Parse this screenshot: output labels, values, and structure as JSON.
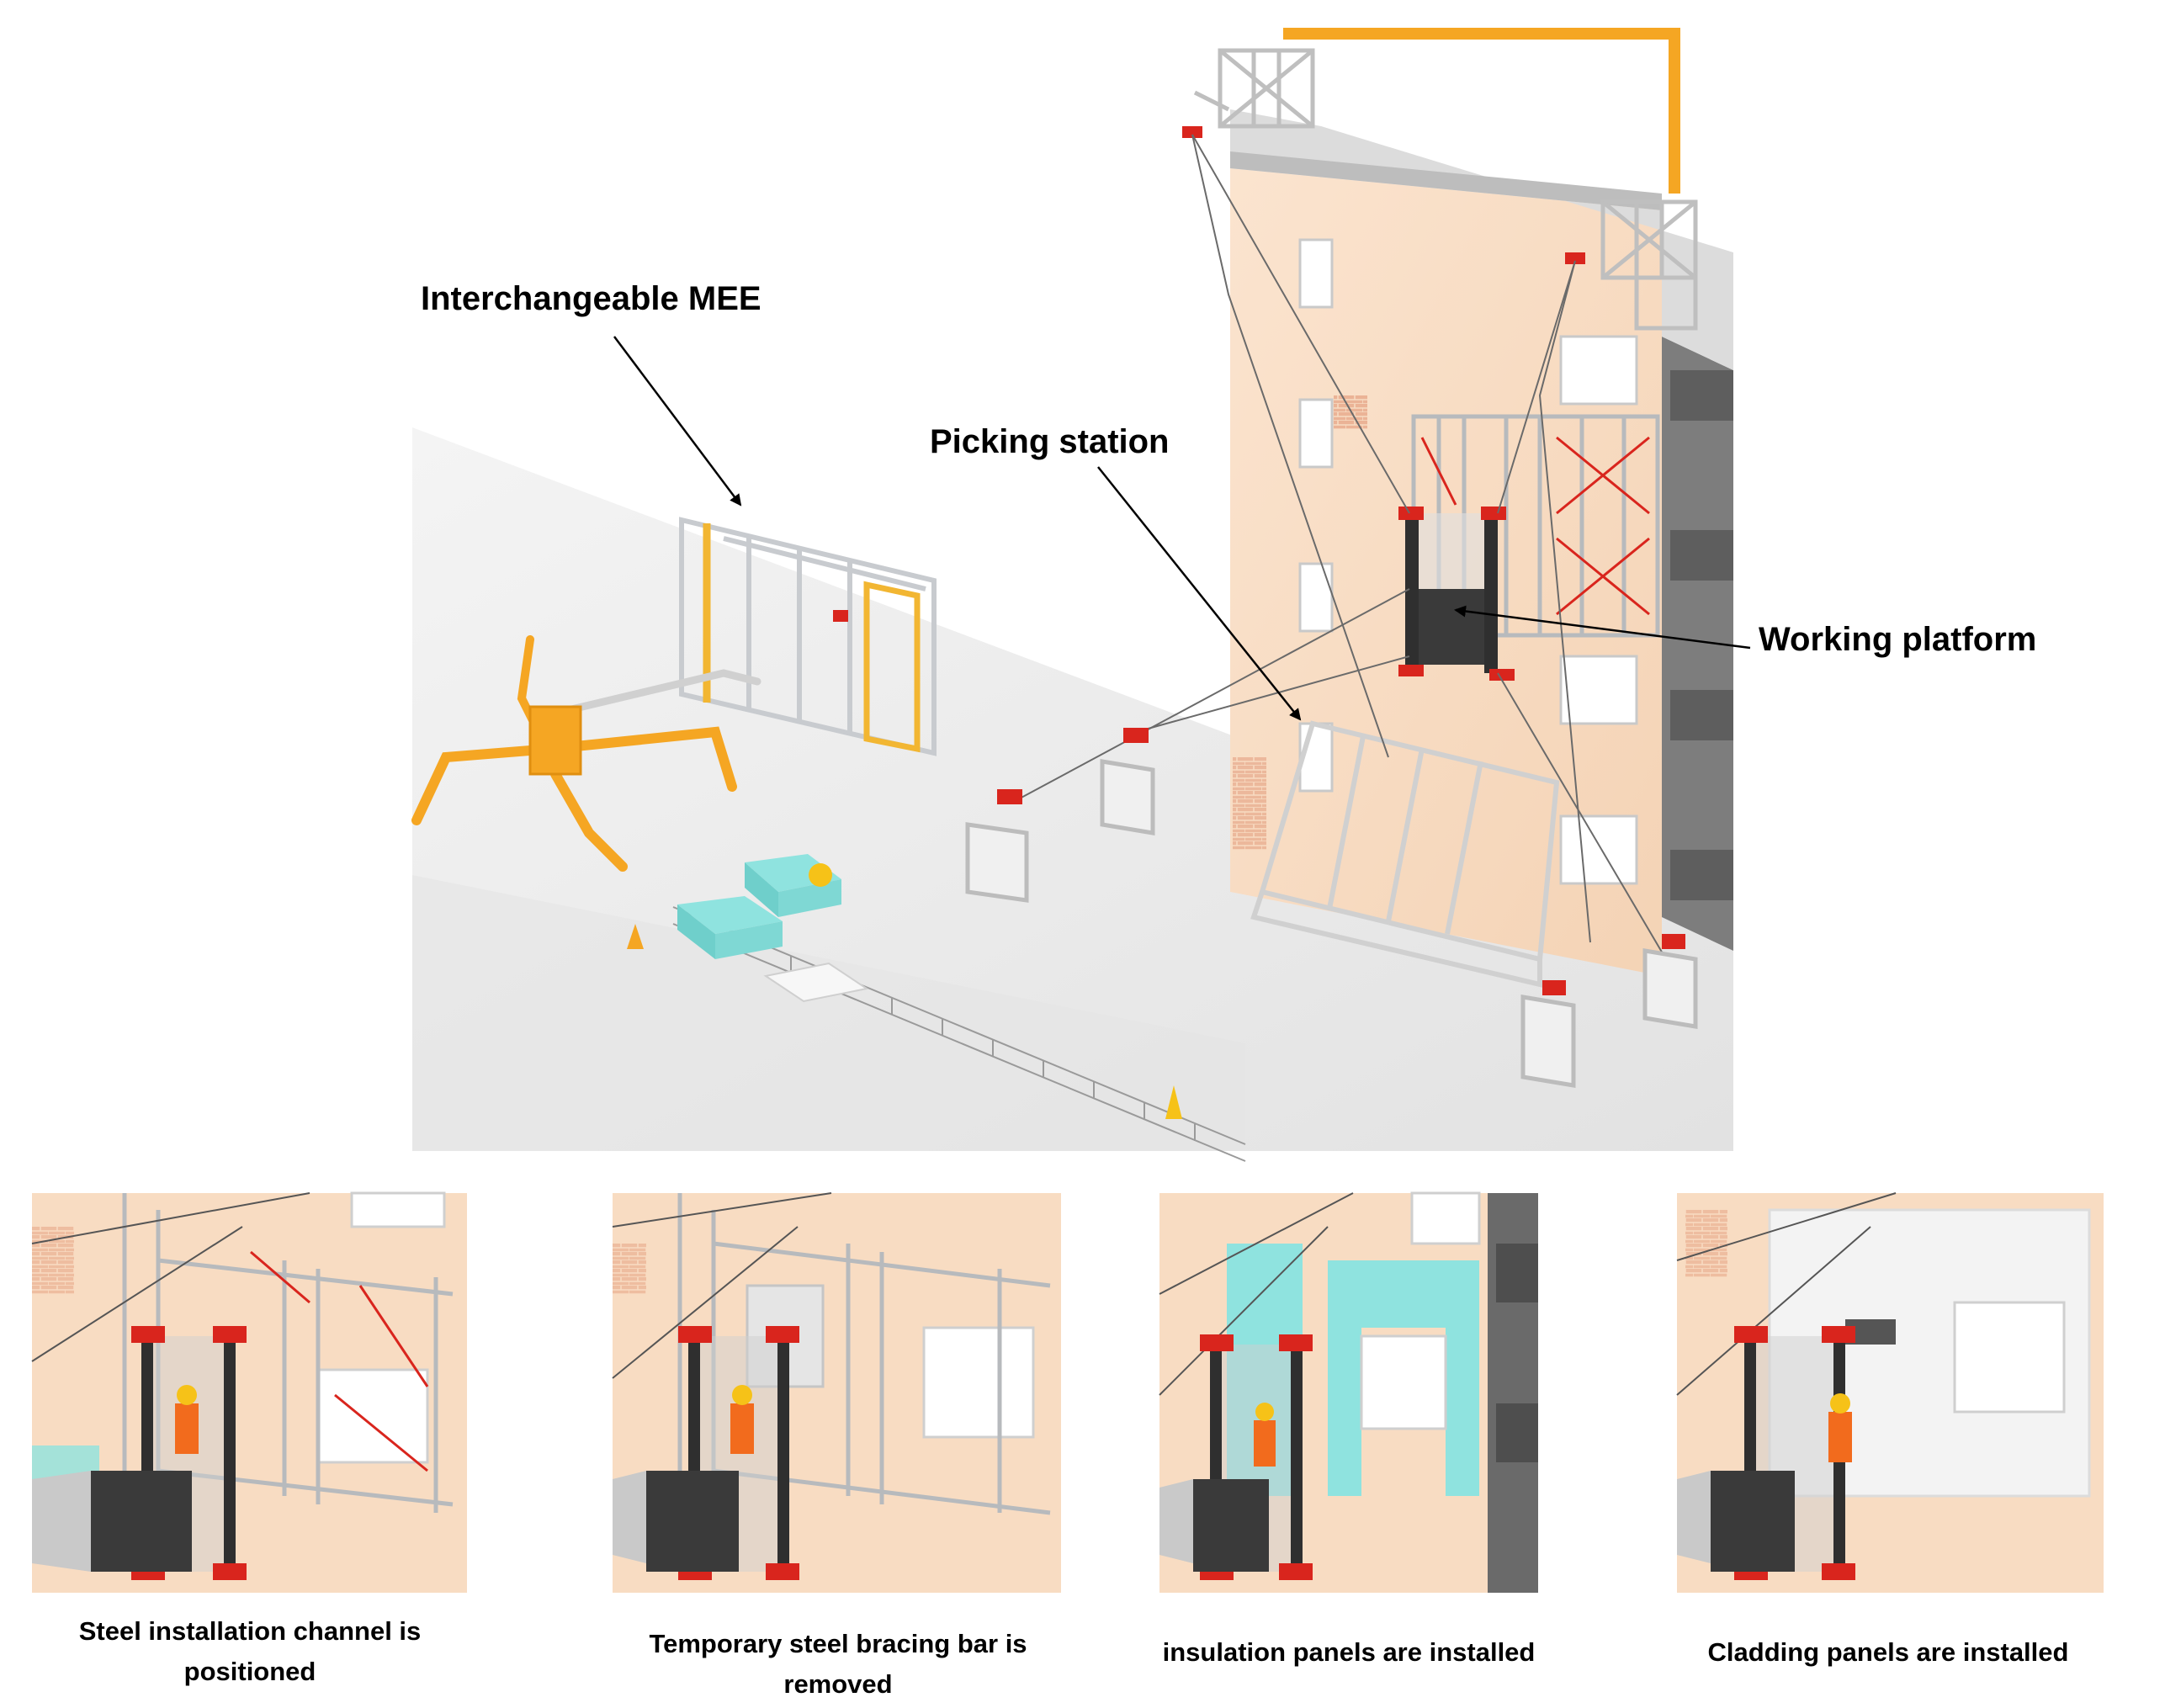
{
  "labels": {
    "mee": "Interchangeable MEE",
    "picking": "Picking station",
    "platform": "Working platform"
  },
  "captions": [
    "Steel installation channel is positioned",
    "Temporary steel bracing bar is removed",
    "insulation panels are installed",
    "Cladding panels are installed"
  ],
  "colors": {
    "facade": "#f8dcc2",
    "ground": "#ececec",
    "steel": "#c8cbcf",
    "crane": "#f5a623",
    "beam": "#f2b632",
    "red": "#d9251d",
    "insulation": "#8fe3df",
    "cladding": "#f3f3f3",
    "platform": "#3a3a3a",
    "worker_vest": "#f26b1d",
    "helmet": "#f6c218"
  }
}
